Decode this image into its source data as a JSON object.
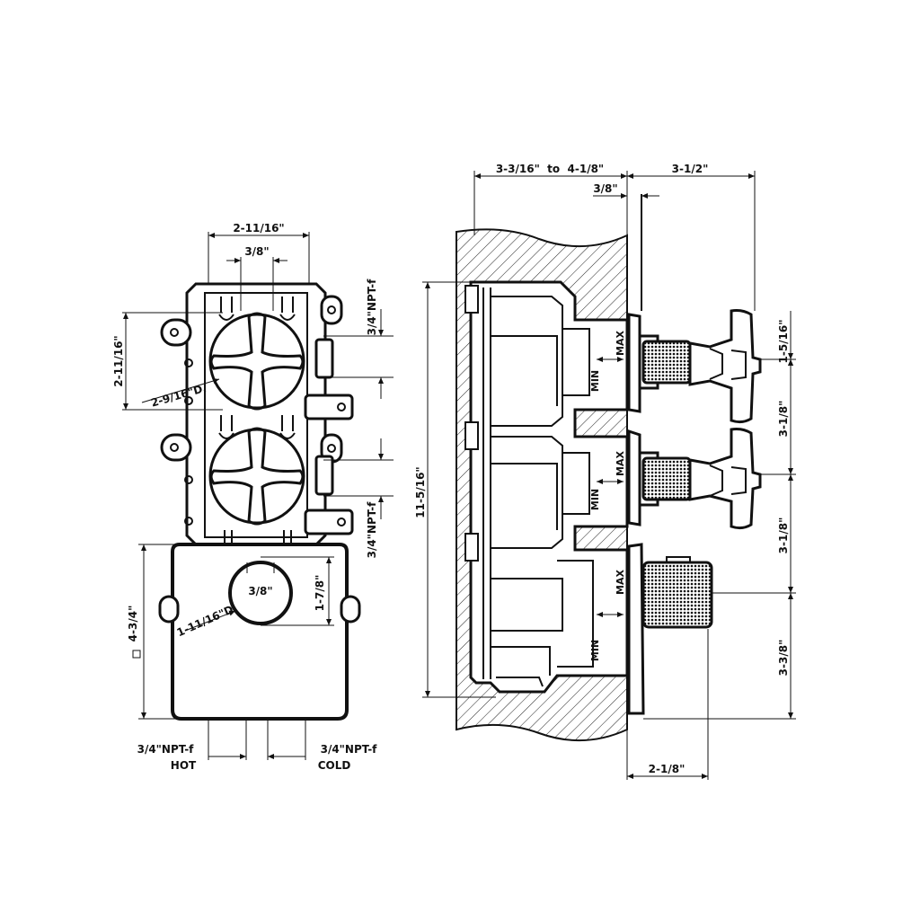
{
  "front_view": {
    "dim_top_width": "2-11/16\"",
    "dim_top_offset": "3/8\"",
    "dim_left_height": "2-11/16\"",
    "dim_diameter_upper": "2-9/16\"D.",
    "port_right_upper": "3/4\"NPT-f",
    "port_right_lower": "3/4\"NPT-f",
    "dim_box_square": "4-3/4\"",
    "dim_box_offset": "3/8\"",
    "dim_box_height": "1-7/8\"",
    "dim_diameter_lower": "1-11/16\"D.",
    "port_bottom_left": "3/4\"NPT-f",
    "port_bottom_left_label": "HOT",
    "port_bottom_right": "3/4\"NPT-f",
    "port_bottom_right_label": "COLD"
  },
  "side_view": {
    "dim_depth_range": "3-3/16\"  to  4-1/8\"",
    "dim_trim_depth": "3-1/2\"",
    "dim_plate": "3/8\"",
    "dim_total_height": "11-5/16\"",
    "dim_handle_1": "1-5/16\"",
    "dim_spacing_1": "3-1/8\"",
    "dim_spacing_2": "3-1/8\"",
    "dim_bottom": "3-3/8\"",
    "dim_knob_depth": "2-1/8\"",
    "label_min": "MIN",
    "label_max": "MAX"
  }
}
